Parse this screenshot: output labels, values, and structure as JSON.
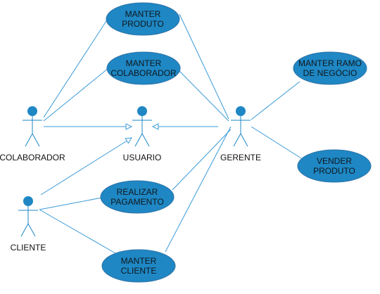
{
  "diagram": {
    "type": "uml-use-case",
    "colors": {
      "usecase_fill": "#1e87c4",
      "usecase_stroke": "#2f73a6",
      "actor": "#1e87c4",
      "line": "#3a9ad8",
      "text": "#10171c"
    },
    "actors": [
      {
        "id": "colaborador",
        "label": "COLABORADOR"
      },
      {
        "id": "usuario",
        "label": "USUARIO"
      },
      {
        "id": "gerente",
        "label": "GERENTE"
      },
      {
        "id": "cliente",
        "label": "CLIENTE"
      }
    ],
    "usecases": [
      {
        "id": "manter_produto",
        "lines": [
          "MANTER",
          "PRODUTO"
        ]
      },
      {
        "id": "manter_colaborador",
        "lines": [
          "MANTER",
          "COLABORADOR"
        ]
      },
      {
        "id": "manter_ramo",
        "lines": [
          "MANTER RAMO",
          "DE NEGÓCIO"
        ]
      },
      {
        "id": "vender_produto",
        "lines": [
          "VENDER",
          "PRODUTO"
        ]
      },
      {
        "id": "realizar_pagamento",
        "lines": [
          "REALIZAR",
          "PAGAMENTO"
        ]
      },
      {
        "id": "manter_cliente",
        "lines": [
          "MANTER",
          "CLIENTE"
        ]
      }
    ],
    "associations": [
      {
        "from": "colaborador",
        "to": "manter_produto"
      },
      {
        "from": "colaborador",
        "to": "manter_colaborador"
      },
      {
        "from": "gerente",
        "to": "manter_produto"
      },
      {
        "from": "gerente",
        "to": "manter_colaborador"
      },
      {
        "from": "gerente",
        "to": "manter_ramo"
      },
      {
        "from": "gerente",
        "to": "vender_produto"
      },
      {
        "from": "gerente",
        "to": "realizar_pagamento"
      },
      {
        "from": "gerente",
        "to": "manter_cliente"
      },
      {
        "from": "cliente",
        "to": "realizar_pagamento"
      },
      {
        "from": "cliente",
        "to": "manter_cliente"
      }
    ],
    "generalizations": [
      {
        "from": "colaborador",
        "to": "usuario"
      },
      {
        "from": "gerente",
        "to": "usuario"
      },
      {
        "from": "cliente",
        "to": "usuario"
      }
    ]
  }
}
